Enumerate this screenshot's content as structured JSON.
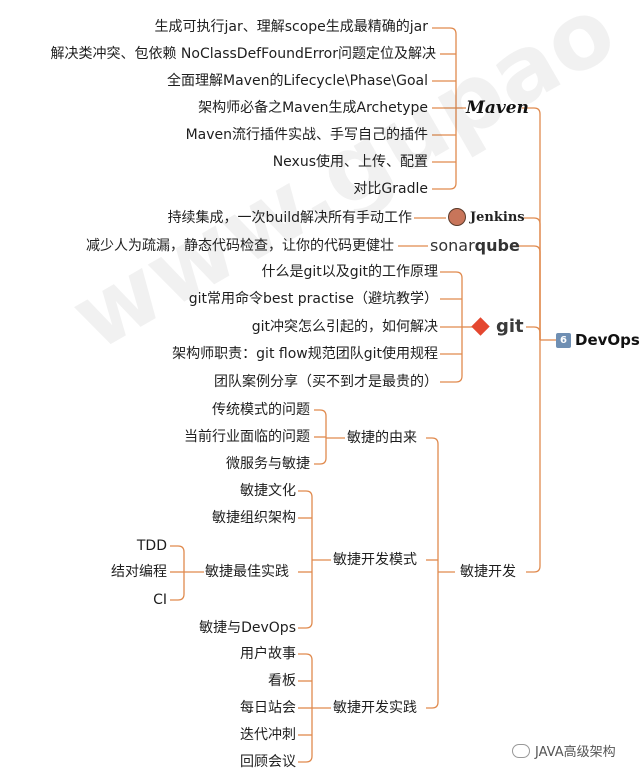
{
  "root": {
    "badge": "6",
    "label": "DevOps"
  },
  "maven": {
    "logo": "Maven",
    "items": [
      "生成可执行jar、理解scope生成最精确的jar",
      "解决类冲突、包依赖  NoClassDefFoundError问题定位及解决",
      "全面理解Maven的Lifecycle\\Phase\\Goal",
      "架构师必备之Maven生成Archetype",
      "Maven流行插件实战、手写自己的插件",
      "Nexus使用、上传、配置",
      "对比Gradle"
    ]
  },
  "jenkins": {
    "logo": "Jenkins",
    "items": [
      "持续集成，一次build解决所有手动工作"
    ]
  },
  "sonarqube": {
    "logo_a": "sonar",
    "logo_b": "qube",
    "items": [
      "减少人为疏漏，静态代码检查，让你的代码更健壮"
    ]
  },
  "git": {
    "logo": "git",
    "items": [
      "什么是git以及git的工作原理",
      "git常用命令best practise（避坑教学）",
      "git冲突怎么引起的，如何解决",
      "架构师职责：git flow规范团队git使用规程",
      "团队案例分享（买不到才是最贵的）"
    ]
  },
  "agile": {
    "label": "敏捷开发",
    "origin": {
      "label": "敏捷的由来",
      "items": [
        "传统模式的问题",
        "当前行业面临的问题",
        "微服务与敏捷"
      ]
    },
    "modes": {
      "label": "敏捷开发模式",
      "culture": "敏捷文化",
      "org": "敏捷组织架构",
      "best": {
        "label": "敏捷最佳实践",
        "items": [
          "TDD",
          "结对编程",
          "CI"
        ]
      },
      "devops": "敏捷与DevOps"
    },
    "practice": {
      "label": "敏捷开发实践",
      "items": [
        "用户故事",
        "看板",
        "每日站会",
        "迭代冲刺",
        "回顾会议"
      ]
    }
  },
  "watermark": {
    "brand": "JAVA高级架构",
    "bg_text": "www.gupao"
  },
  "colors": {
    "line": "#e08a4e",
    "badge": "#6f8fb3",
    "git": "#e4472f"
  }
}
